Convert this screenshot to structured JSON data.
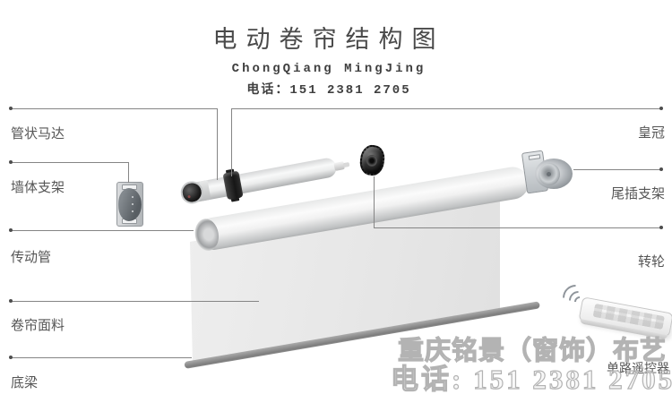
{
  "header": {
    "title": "电动卷帘结构图",
    "subtitle": "ChongQiang MingJing",
    "phone": "电话：151 2381 2705"
  },
  "parts": {
    "tubular_motor": {
      "label": "管状马达"
    },
    "wall_bracket": {
      "label": "墙体支架"
    },
    "drive_tube": {
      "label": "传动管"
    },
    "fabric": {
      "label": "卷帘面料"
    },
    "bottom_rail": {
      "label": "底梁"
    },
    "crown": {
      "label": "皇冠"
    },
    "tail_bracket": {
      "label": "尾插支架"
    },
    "wheel": {
      "label": "转轮"
    },
    "remote": {
      "label": "单路遥控器"
    }
  },
  "watermark": {
    "line1": "重庆铭景（窗饰）布艺",
    "line2": "电话: 151 2381 2705"
  },
  "colors": {
    "callout_line": "#858585",
    "label_text": "#565656",
    "title_text": "#4a4a4a",
    "watermark": "#b3b3b3"
  }
}
